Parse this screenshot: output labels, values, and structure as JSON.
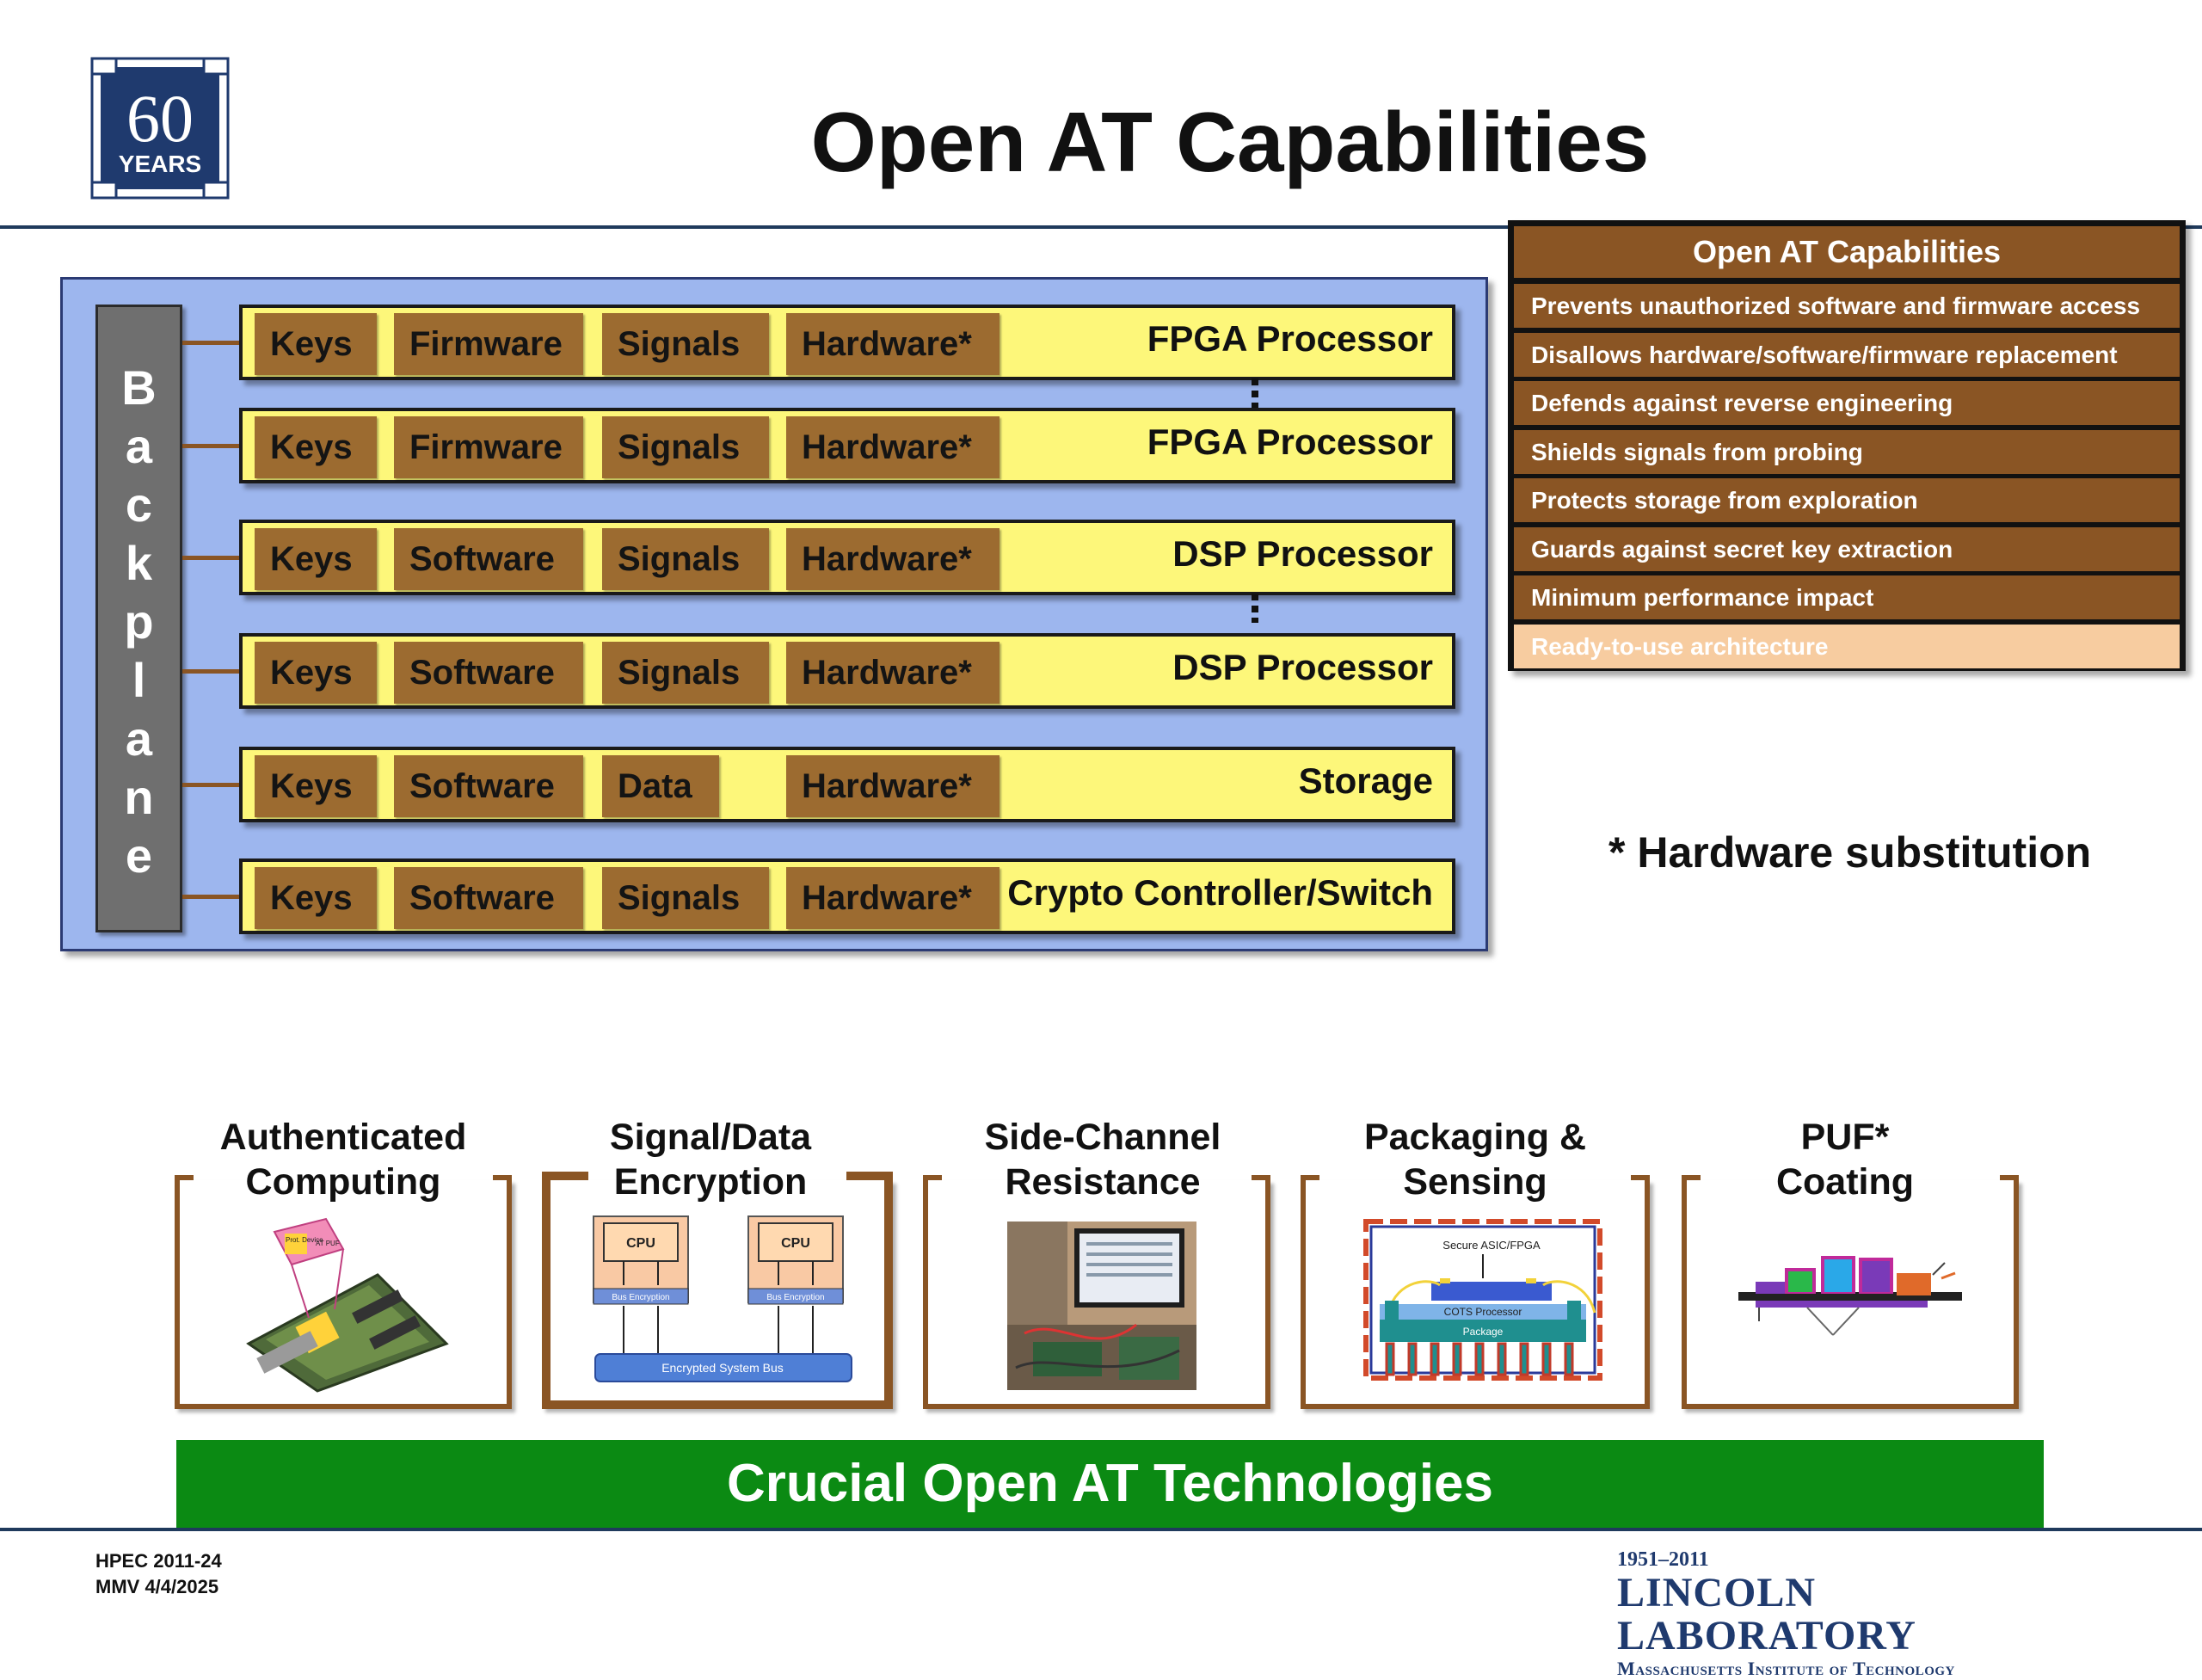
{
  "header": {
    "title": "Open AT Capabilities",
    "logo_number": "60",
    "logo_text": "YEARS"
  },
  "backplane": {
    "label": "Backplane"
  },
  "rows": [
    {
      "cells": [
        "Keys",
        "Firmware",
        "Signals",
        "Hardware*"
      ],
      "processor": "FPGA Processor"
    },
    {
      "cells": [
        "Keys",
        "Firmware",
        "Signals",
        "Hardware*"
      ],
      "processor": "FPGA Processor"
    },
    {
      "cells": [
        "Keys",
        "Software",
        "Signals",
        "Hardware*"
      ],
      "processor": "DSP Processor"
    },
    {
      "cells": [
        "Keys",
        "Software",
        "Signals",
        "Hardware*"
      ],
      "processor": "DSP Processor"
    },
    {
      "cells": [
        "Keys",
        "Software",
        "Data",
        "Hardware*"
      ],
      "processor": "Storage"
    },
    {
      "cells": [
        "Keys",
        "Software",
        "Signals",
        "Hardware*"
      ],
      "processor": "Crypto Controller/Switch"
    }
  ],
  "capabilities_table": {
    "title": "Open AT Capabilities",
    "items": [
      "Prevents unauthorized software and firmware access",
      "Disallows hardware/software/firmware replacement",
      "Defends against reverse engineering",
      "Shields signals from probing",
      "Protects storage from exploration",
      "Guards against secret key extraction",
      "Minimum performance impact",
      "Ready-to-use architecture"
    ]
  },
  "footnote": "* Hardware substitution",
  "technologies": [
    {
      "line1": "Authenticated",
      "line2": "Computing"
    },
    {
      "line1": "Signal/Data",
      "line2": "Encryption"
    },
    {
      "line1": "Side-Channel",
      "line2": "Resistance"
    },
    {
      "line1": "Packaging &",
      "line2": "Sensing"
    },
    {
      "line1": "PUF*",
      "line2": "Coating"
    }
  ],
  "diagram_labels": {
    "cpu": "CPU",
    "bus_encryption": "Bus Encryption",
    "encrypted_bus": "Encrypted System Bus",
    "secure_asic": "Secure ASIC/FPGA",
    "cots_processor": "COTS Processor",
    "package": "Package",
    "prot_device": "Prot. Device",
    "at_puf": "AT PUF"
  },
  "banner": "Crucial Open AT Technologies",
  "footer": {
    "line1": "HPEC 2011-24",
    "line2": "MMV 4/4/2025",
    "lab_years": "1951–2011",
    "lab_name": "LINCOLN LABORATORY",
    "lab_institute": "Massachusetts Institute of Technology"
  },
  "colors": {
    "brown": "#8a5524",
    "yellow": "#fdf77a",
    "panel_blue": "#9db6ee",
    "green": "#0b8a13",
    "highlight": "#f7cca0"
  }
}
